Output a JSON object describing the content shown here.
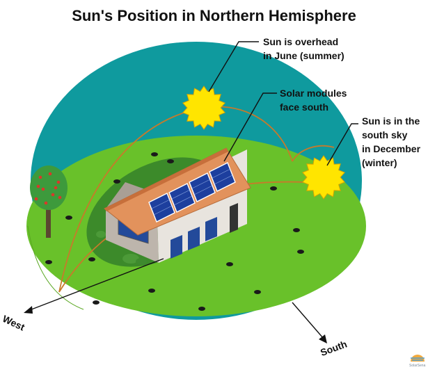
{
  "title": "Sun's Position in Northern Hemisphere",
  "labels": {
    "summer_line1": "Sun is overhead",
    "summer_line2": "in June (summer)",
    "modules_line1": "Solar modules",
    "modules_line2": "face south",
    "winter_line1": "Sun is in the",
    "winter_line2": "south sky",
    "winter_line3": "in December",
    "winter_line4": "(winter)"
  },
  "directions": {
    "west": "West",
    "south": "South"
  },
  "logo": {
    "name": "SolarSena"
  },
  "colors": {
    "sky": "#0f9a9e",
    "ground": "#69c12a",
    "shadow": "#3c8a2a",
    "sun": "#ffe500",
    "sun_outline": "#d9a400",
    "sun_path": "#c87a2a",
    "roof": "#e2925c",
    "panel": "#1d3f9e",
    "wall": "#bdb5ac",
    "wall_front": "#e8e4de",
    "window": "#234a9a",
    "door": "#333333"
  }
}
